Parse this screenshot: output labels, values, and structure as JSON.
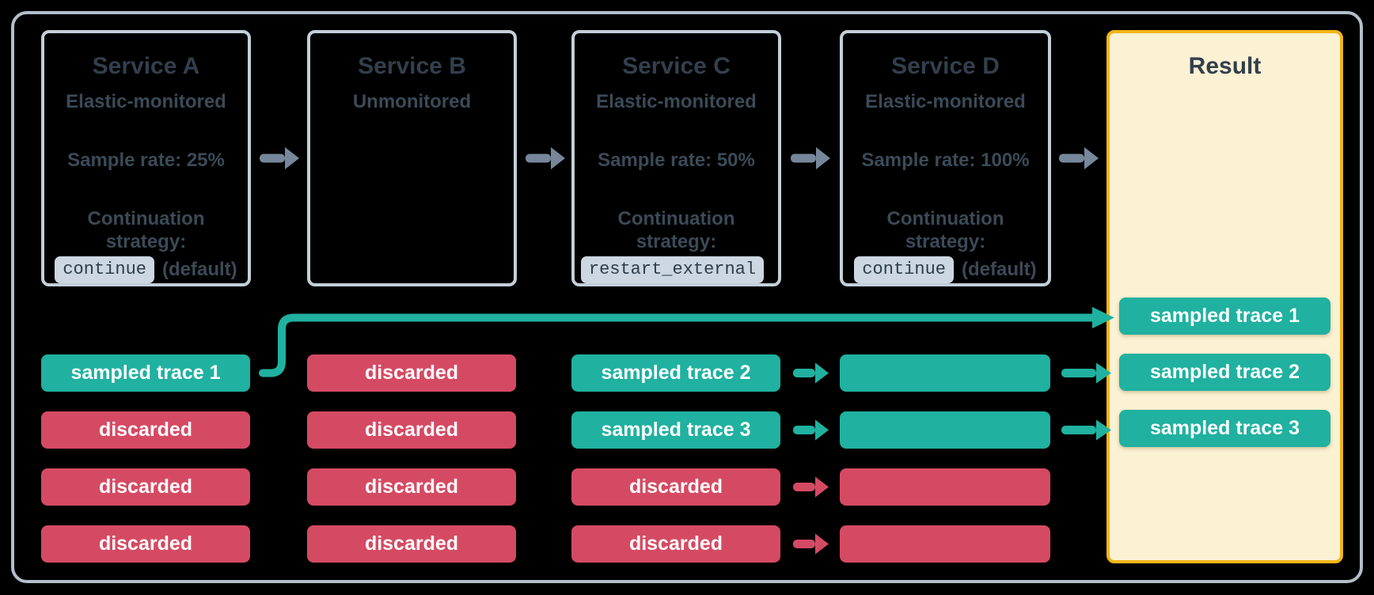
{
  "colors": {
    "teal": "#20b1a0",
    "red": "#d54a63",
    "gold": "#f1b616",
    "cream": "#fbf2d4",
    "slate_arrow": "#76879b",
    "frame_border": "#b2bfca",
    "box_border": "#c4cfd9",
    "title_text": "#323f4d",
    "body_text": "#3b4a57",
    "badge_bg": "#ccd7e1",
    "badge_text": "#2d3c49",
    "pill_text": "#ffffff"
  },
  "services": [
    {
      "title": "Service A",
      "subtitle": "Elastic-monitored",
      "sample_rate": "Sample rate: 25%",
      "strategy_label": "Continuation strategy:",
      "strategy_code": "continue",
      "strategy_suffix": "(default)"
    },
    {
      "title": "Service B",
      "subtitle": "Unmonitored"
    },
    {
      "title": "Service C",
      "subtitle": "Elastic-monitored",
      "sample_rate": "Sample rate: 50%",
      "strategy_label": "Continuation strategy:",
      "strategy_code": "restart_external",
      "strategy_suffix": ""
    },
    {
      "title": "Service D",
      "subtitle": "Elastic-monitored",
      "sample_rate": "Sample rate: 100%",
      "strategy_label": "Continuation strategy:",
      "strategy_code": "continue",
      "strategy_suffix": "(default)"
    }
  ],
  "trace_columns": [
    {
      "service": "Service A",
      "pills": [
        {
          "label": "sampled trace 1",
          "type": "sampled"
        },
        {
          "label": "discarded",
          "type": "discarded"
        },
        {
          "label": "discarded",
          "type": "discarded"
        },
        {
          "label": "discarded",
          "type": "discarded"
        }
      ]
    },
    {
      "service": "Service B",
      "pills": [
        {
          "label": "discarded",
          "type": "discarded"
        },
        {
          "label": "discarded",
          "type": "discarded"
        },
        {
          "label": "discarded",
          "type": "discarded"
        },
        {
          "label": "discarded",
          "type": "discarded"
        }
      ]
    },
    {
      "service": "Service C",
      "pills": [
        {
          "label": "sampled trace 2",
          "type": "sampled"
        },
        {
          "label": "sampled trace 3",
          "type": "sampled"
        },
        {
          "label": "discarded",
          "type": "discarded"
        },
        {
          "label": "discarded",
          "type": "discarded"
        }
      ]
    },
    {
      "service": "Service D",
      "pills": [
        {
          "label": "",
          "type": "sampled"
        },
        {
          "label": "",
          "type": "sampled"
        },
        {
          "label": "",
          "type": "discarded"
        },
        {
          "label": "",
          "type": "discarded"
        }
      ]
    }
  ],
  "result": {
    "title": "Result",
    "pills": [
      {
        "label": "sampled trace 1",
        "type": "sampled"
      },
      {
        "label": "sampled trace 2",
        "type": "sampled"
      },
      {
        "label": "sampled trace 3",
        "type": "sampled"
      }
    ]
  }
}
